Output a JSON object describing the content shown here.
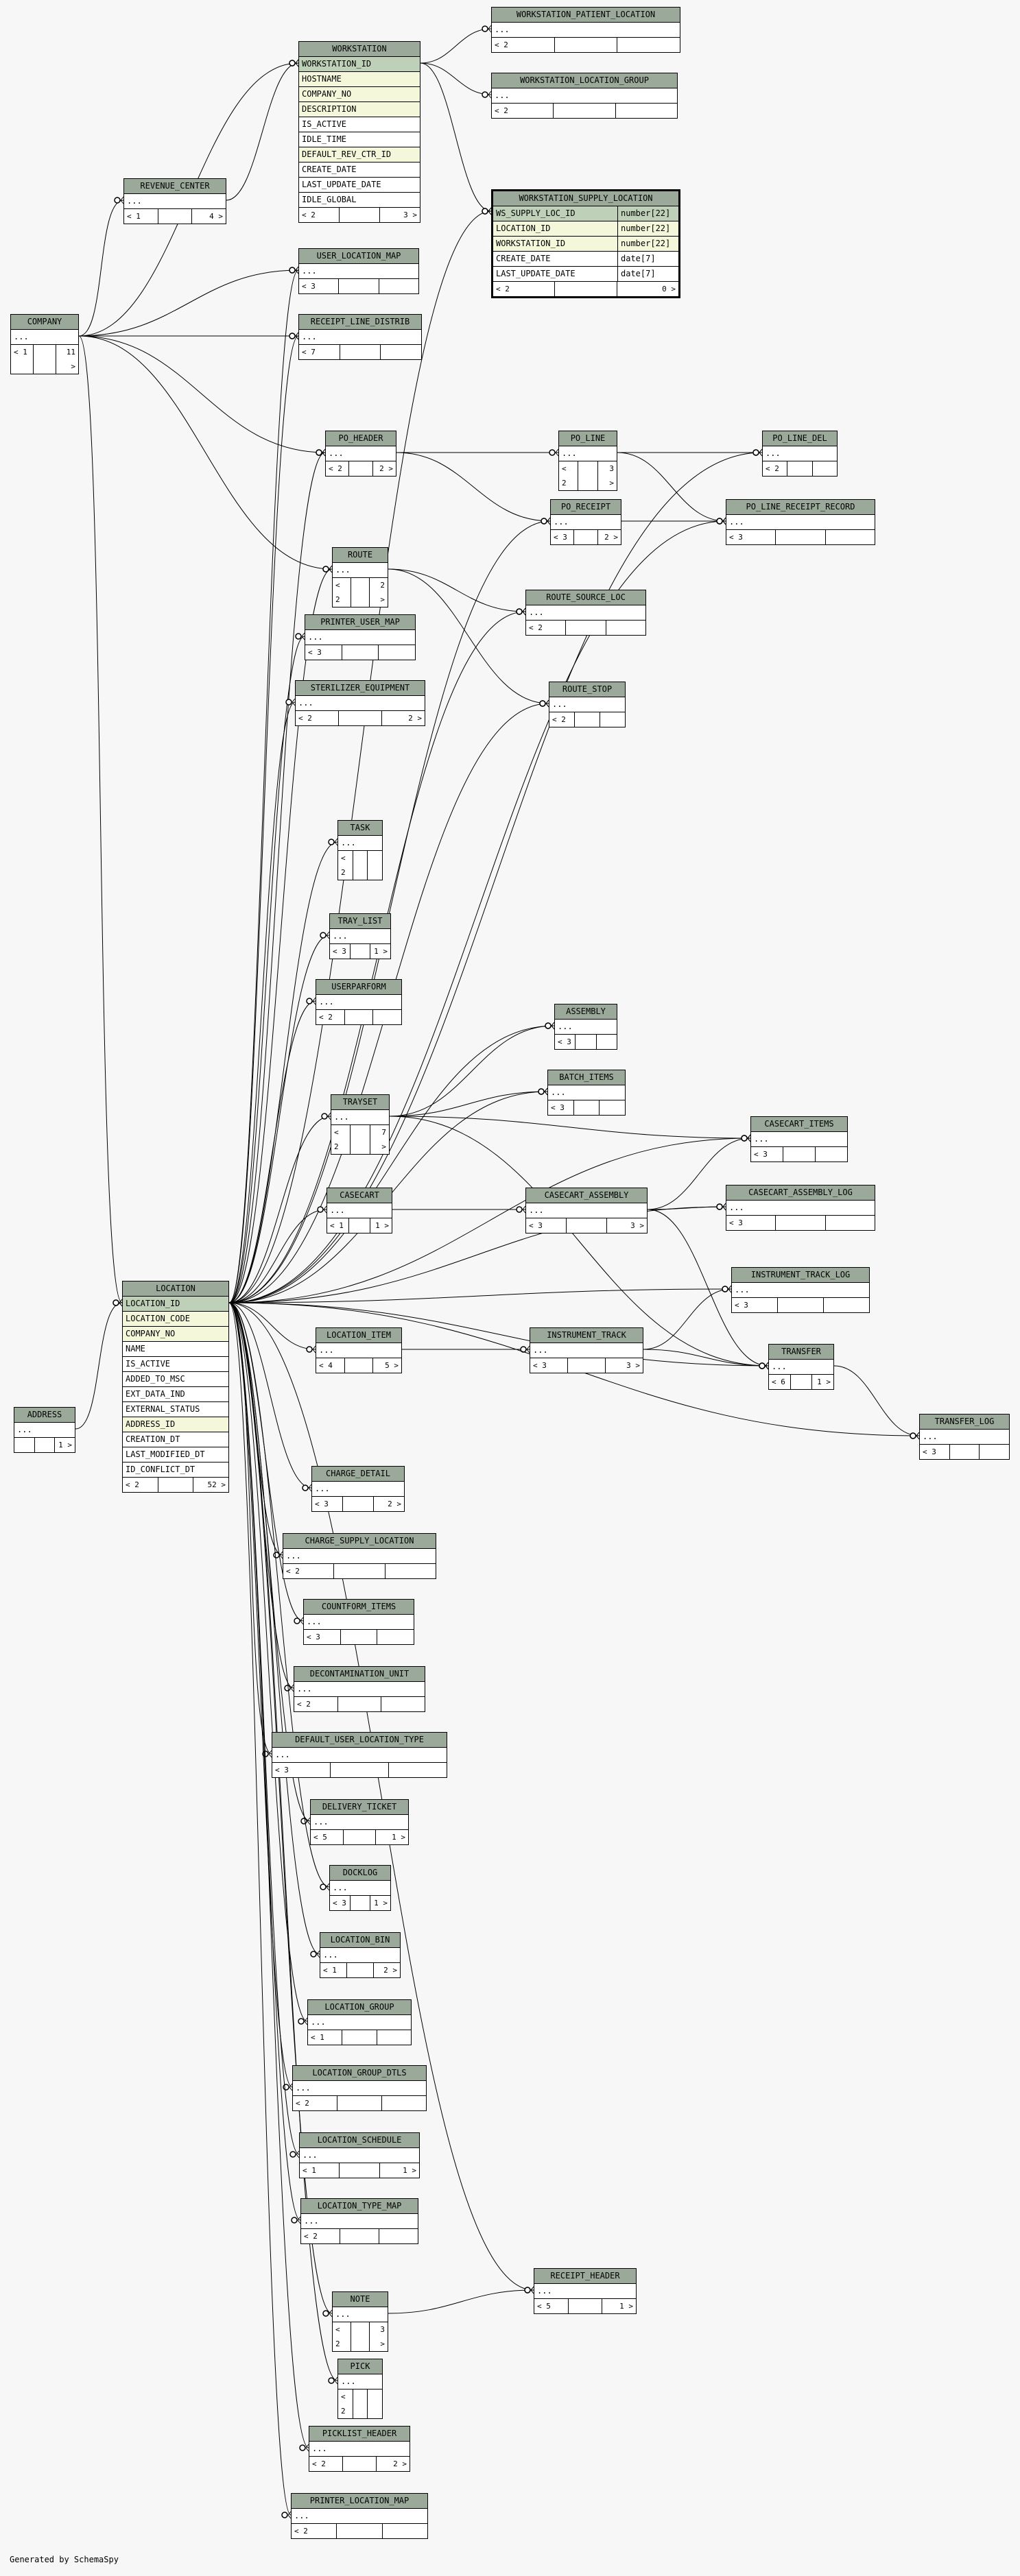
{
  "footer": "Generated by SchemaSpy",
  "tables": [
    {
      "name": "WORKSTATION",
      "cols": [
        "WORKSTATION_ID",
        "HOSTNAME",
        "COMPANY_NO",
        "DESCRIPTION",
        "IS_ACTIVE",
        "IDLE_TIME",
        "DEFAULT_REV_CTR_ID",
        "CREATE_DATE",
        "LAST_UPDATE_DATE",
        "IDLE_GLOBAL"
      ],
      "pk": [
        0
      ],
      "fk": [
        1,
        2,
        3,
        6
      ],
      "footer": [
        "< 2",
        "",
        "3 >"
      ]
    },
    {
      "name": "WORKSTATION_PATIENT_LOCATION",
      "cols": [
        "..."
      ],
      "footer": [
        "< 2",
        "",
        ""
      ]
    },
    {
      "name": "WORKSTATION_LOCATION_GROUP",
      "cols": [
        "..."
      ],
      "footer": [
        "< 2",
        "",
        ""
      ]
    },
    {
      "name": "WORKSTATION_SUPPLY_LOCATION",
      "focus": true,
      "cols": [
        "WS_SUPPLY_LOC_ID",
        "LOCATION_ID",
        "WORKSTATION_ID",
        "CREATE_DATE",
        "LAST_UPDATE_DATE"
      ],
      "types": [
        "number[22]",
        "number[22]",
        "number[22]",
        "date[7]",
        "date[7]"
      ],
      "pk": [
        0
      ],
      "fk": [
        1,
        2
      ],
      "footer": [
        "< 2",
        "",
        "0 >"
      ]
    },
    {
      "name": "REVENUE_CENTER",
      "cols": [
        "..."
      ],
      "footer": [
        "< 1",
        "",
        "4 >"
      ]
    },
    {
      "name": "USER_LOCATION_MAP",
      "cols": [
        "..."
      ],
      "footer": [
        "< 3",
        "",
        ""
      ]
    },
    {
      "name": "COMPANY",
      "cols": [
        "..."
      ],
      "footer": [
        "< 1",
        "",
        "11 >"
      ]
    },
    {
      "name": "RECEIPT_LINE_DISTRIB",
      "cols": [
        "..."
      ],
      "footer": [
        "< 7",
        "",
        ""
      ]
    },
    {
      "name": "PO_HEADER",
      "cols": [
        "..."
      ],
      "footer": [
        "< 2",
        "",
        "2 >"
      ]
    },
    {
      "name": "PO_LINE",
      "cols": [
        "..."
      ],
      "footer": [
        "< 2",
        "",
        "3 >"
      ]
    },
    {
      "name": "PO_LINE_DEL",
      "cols": [
        "..."
      ],
      "footer": [
        "< 2",
        "",
        ""
      ]
    },
    {
      "name": "PO_RECEIPT",
      "cols": [
        "..."
      ],
      "footer": [
        "< 3",
        "",
        "2 >"
      ]
    },
    {
      "name": "PO_LINE_RECEIPT_RECORD",
      "cols": [
        "..."
      ],
      "footer": [
        "< 3",
        "",
        ""
      ]
    },
    {
      "name": "ROUTE",
      "cols": [
        "..."
      ],
      "footer": [
        "< 2",
        "",
        "2 >"
      ]
    },
    {
      "name": "ROUTE_SOURCE_LOC",
      "cols": [
        "..."
      ],
      "footer": [
        "< 2",
        "",
        ""
      ]
    },
    {
      "name": "PRINTER_USER_MAP",
      "cols": [
        "..."
      ],
      "footer": [
        "< 3",
        "",
        ""
      ]
    },
    {
      "name": "STERILIZER_EQUIPMENT",
      "cols": [
        "..."
      ],
      "footer": [
        "< 2",
        "",
        "2 >"
      ]
    },
    {
      "name": "ROUTE_STOP",
      "cols": [
        "..."
      ],
      "footer": [
        "< 2",
        "",
        ""
      ]
    },
    {
      "name": "TASK",
      "cols": [
        "..."
      ],
      "footer": [
        "< 2",
        "",
        ""
      ]
    },
    {
      "name": "TRAY_LIST",
      "cols": [
        "..."
      ],
      "footer": [
        "< 3",
        "",
        "1 >"
      ]
    },
    {
      "name": "USERPARFORM",
      "cols": [
        "..."
      ],
      "footer": [
        "< 2",
        "",
        ""
      ]
    },
    {
      "name": "ASSEMBLY",
      "cols": [
        "..."
      ],
      "footer": [
        "< 3",
        "",
        ""
      ]
    },
    {
      "name": "BATCH_ITEMS",
      "cols": [
        "..."
      ],
      "footer": [
        "< 3",
        "",
        ""
      ]
    },
    {
      "name": "TRAYSET",
      "cols": [
        "..."
      ],
      "footer": [
        "< 2",
        "",
        "7 >"
      ]
    },
    {
      "name": "CASECART_ITEMS",
      "cols": [
        "..."
      ],
      "footer": [
        "< 3",
        "",
        ""
      ]
    },
    {
      "name": "CASECART",
      "cols": [
        "..."
      ],
      "footer": [
        "< 1",
        "",
        "1 >"
      ]
    },
    {
      "name": "CASECART_ASSEMBLY",
      "cols": [
        "..."
      ],
      "footer": [
        "< 3",
        "",
        "3 >"
      ]
    },
    {
      "name": "CASECART_ASSEMBLY_LOG",
      "cols": [
        "..."
      ],
      "footer": [
        "< 3",
        "",
        ""
      ]
    },
    {
      "name": "LOCATION",
      "cols": [
        "LOCATION_ID",
        "LOCATION_CODE",
        "COMPANY_NO",
        "NAME",
        "IS_ACTIVE",
        "ADDED_TO_MSC",
        "EXT_DATA_IND",
        "EXTERNAL_STATUS",
        "ADDRESS_ID",
        "CREATION_DT",
        "LAST_MODIFIED_DT",
        "ID_CONFLICT_DT"
      ],
      "pk": [
        0
      ],
      "fk": [
        1,
        2,
        8
      ],
      "footer": [
        "< 2",
        "",
        "52 >"
      ]
    },
    {
      "name": "INSTRUMENT_TRACK_LOG",
      "cols": [
        "..."
      ],
      "footer": [
        "< 3",
        "",
        ""
      ]
    },
    {
      "name": "LOCATION_ITEM",
      "cols": [
        "..."
      ],
      "footer": [
        "< 4",
        "",
        "5 >"
      ]
    },
    {
      "name": "INSTRUMENT_TRACK",
      "cols": [
        "..."
      ],
      "footer": [
        "< 3",
        "",
        "3 >"
      ]
    },
    {
      "name": "TRANSFER",
      "cols": [
        "..."
      ],
      "footer": [
        "< 6",
        "",
        "1 >"
      ]
    },
    {
      "name": "ADDRESS",
      "cols": [
        "..."
      ],
      "footer": [
        "",
        "",
        "1 >"
      ]
    },
    {
      "name": "TRANSFER_LOG",
      "cols": [
        "..."
      ],
      "footer": [
        "< 3",
        "",
        ""
      ]
    },
    {
      "name": "CHARGE_DETAIL",
      "cols": [
        "..."
      ],
      "footer": [
        "< 3",
        "",
        "2 >"
      ]
    },
    {
      "name": "CHARGE_SUPPLY_LOCATION",
      "cols": [
        "..."
      ],
      "footer": [
        "< 2",
        "",
        ""
      ]
    },
    {
      "name": "COUNTFORM_ITEMS",
      "cols": [
        "..."
      ],
      "footer": [
        "< 3",
        "",
        ""
      ]
    },
    {
      "name": "DECONTAMINATION_UNIT",
      "cols": [
        "..."
      ],
      "footer": [
        "< 2",
        "",
        ""
      ]
    },
    {
      "name": "DEFAULT_USER_LOCATION_TYPE",
      "cols": [
        "..."
      ],
      "footer": [
        "< 3",
        "",
        ""
      ]
    },
    {
      "name": "DELIVERY_TICKET",
      "cols": [
        "..."
      ],
      "footer": [
        "< 5",
        "",
        "1 >"
      ]
    },
    {
      "name": "DOCKLOG",
      "cols": [
        "..."
      ],
      "footer": [
        "< 3",
        "",
        "1 >"
      ]
    },
    {
      "name": "LOCATION_BIN",
      "cols": [
        "..."
      ],
      "footer": [
        "< 1",
        "",
        "2 >"
      ]
    },
    {
      "name": "LOCATION_GROUP",
      "cols": [
        "..."
      ],
      "footer": [
        "< 1",
        "",
        ""
      ]
    },
    {
      "name": "LOCATION_GROUP_DTLS",
      "cols": [
        "..."
      ],
      "footer": [
        "< 2",
        "",
        ""
      ]
    },
    {
      "name": "LOCATION_SCHEDULE",
      "cols": [
        "..."
      ],
      "footer": [
        "< 1",
        "",
        "1 >"
      ]
    },
    {
      "name": "LOCATION_TYPE_MAP",
      "cols": [
        "..."
      ],
      "footer": [
        "< 2",
        "",
        ""
      ]
    },
    {
      "name": "RECEIPT_HEADER",
      "cols": [
        "..."
      ],
      "footer": [
        "< 5",
        "",
        "1 >"
      ]
    },
    {
      "name": "NOTE",
      "cols": [
        "..."
      ],
      "footer": [
        "< 2",
        "",
        "3 >"
      ]
    },
    {
      "name": "PICK",
      "cols": [
        "..."
      ],
      "footer": [
        "< 2",
        "",
        ""
      ]
    },
    {
      "name": "PICKLIST_HEADER",
      "cols": [
        "..."
      ],
      "footer": [
        "< 2",
        "",
        "2 >"
      ]
    },
    {
      "name": "PRINTER_LOCATION_MAP",
      "cols": [
        "..."
      ],
      "footer": [
        "< 2",
        "",
        ""
      ]
    }
  ]
}
